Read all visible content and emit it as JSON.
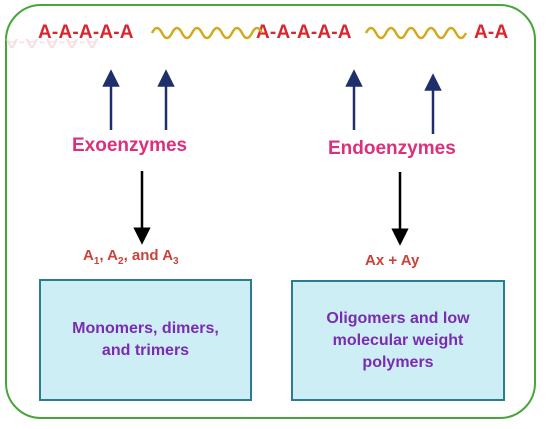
{
  "polymer_chain": {
    "segment_1": "A-A-A-A-A",
    "segment_2": "A-A-A-A-A",
    "segment_3": "A-A",
    "reflection_text": "A-A-A-A-A"
  },
  "exoenzymes": {
    "label": "Exoenzymes",
    "products": {
      "prefix": "A",
      "sub_1": "1",
      "sep_1": ", A",
      "sub_2": "2",
      "sep_2": ", and A",
      "sub_3": "3"
    },
    "box_line_1": "Monomers, dimers,",
    "box_line_2": "and trimers"
  },
  "endoenzymes": {
    "label": "Endoenzymes",
    "products": "Ax + Ay",
    "box_line_1": "Oligomers and low",
    "box_line_2": "molecular weight",
    "box_line_3": "polymers"
  },
  "colors": {
    "frame": "#47a53a",
    "chain_text": "#d8252e",
    "wavy_linker": "#d4a81c",
    "enzyme_label": "#dd2f7c",
    "arrow_up": "#1f2f6b",
    "arrow_down": "#000000",
    "box_fill": "#cdeef5",
    "box_border": "#2a7d8f",
    "box_text": "#7a2bb2"
  }
}
